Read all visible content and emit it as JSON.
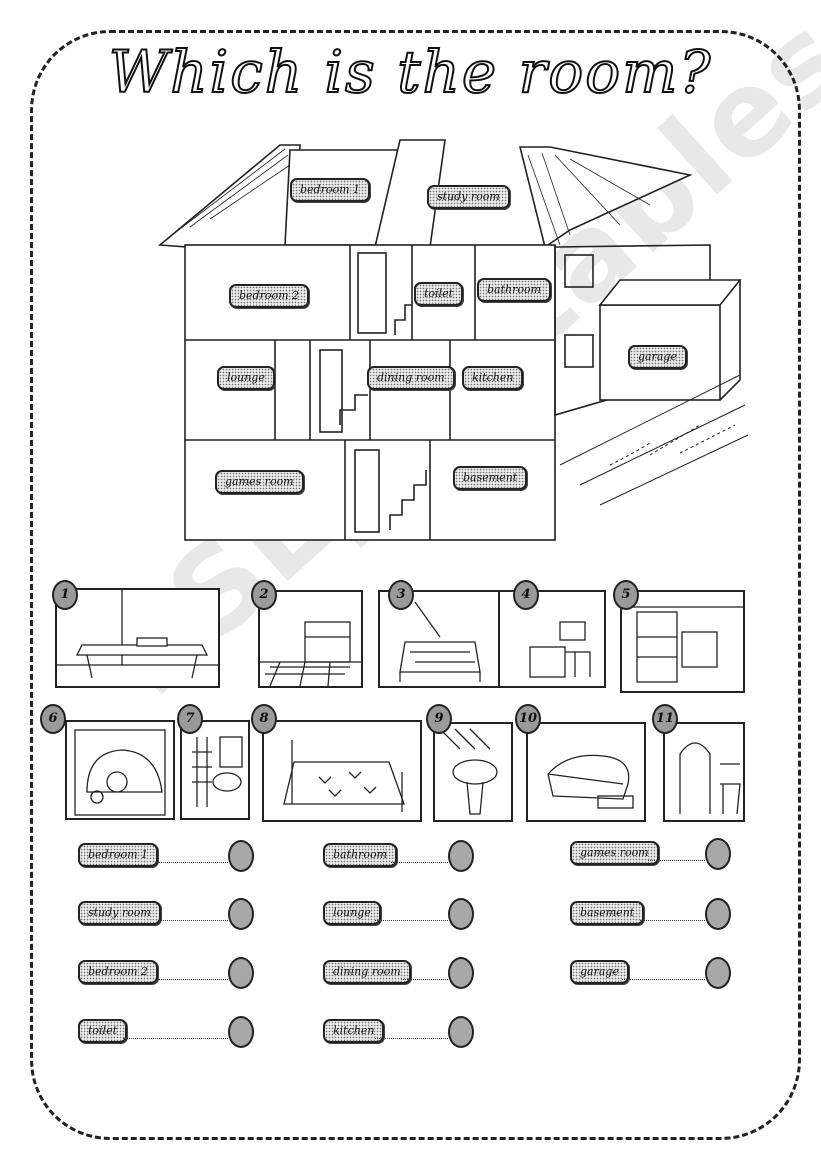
{
  "title": "Which is the room?",
  "house_labels": {
    "bedroom1": "bedroom 1",
    "study_room": "study room",
    "bedroom2": "bedroom 2",
    "toilet": "toilet",
    "bathroom": "bathroom",
    "garage": "garage",
    "lounge": "lounge",
    "dining_room": "dining room",
    "kitchen": "kitchen",
    "games_room": "games room",
    "basement": "basement"
  },
  "picture_numbers": [
    "1",
    "2",
    "3",
    "4",
    "5",
    "6",
    "7",
    "8",
    "9",
    "10",
    "11"
  ],
  "answers": {
    "col1": [
      "bedroom 1",
      "study room",
      "bedroom 2",
      "toilet"
    ],
    "col2": [
      "bathroom",
      "lounge",
      "dining room",
      "kitchen"
    ],
    "col3": [
      "games room",
      "basement",
      "garage"
    ]
  },
  "watermark": "ESLprintables.com"
}
